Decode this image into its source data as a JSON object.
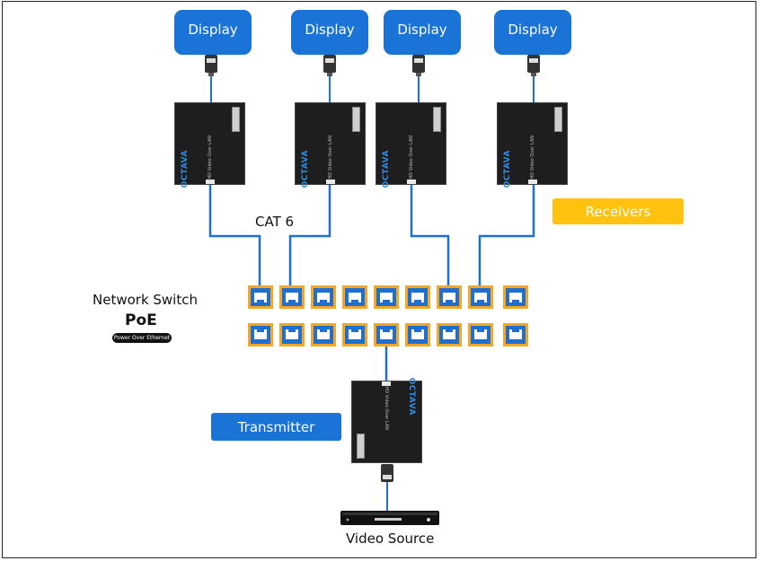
{
  "displays": [
    "Display",
    "Display",
    "Display",
    "Display"
  ],
  "receivers_label": "Receivers",
  "cable_label": "CAT 6",
  "switch": {
    "name": "Network Switch",
    "poe": "PoE",
    "poe_sub": "Power Over Ethernet"
  },
  "transmitter_label": "Transmitter",
  "video_source_label": "Video Source",
  "device": {
    "brand": "OCTAVA",
    "model_text": "HD Video Over LAN"
  },
  "colors": {
    "display_blue": "#1a73d6",
    "receivers_yellow": "#ffc20e",
    "transmitter_blue": "#1a73d6",
    "cable_blue": "#1f6fd0",
    "switch_gray": "#d9d9d9",
    "port_orange": "#f5a623"
  },
  "icons": [
    "hdmi-connector-icon",
    "ethernet-port-icon",
    "receiver-device-icon",
    "transmitter-device-icon",
    "video-source-player-icon"
  ]
}
